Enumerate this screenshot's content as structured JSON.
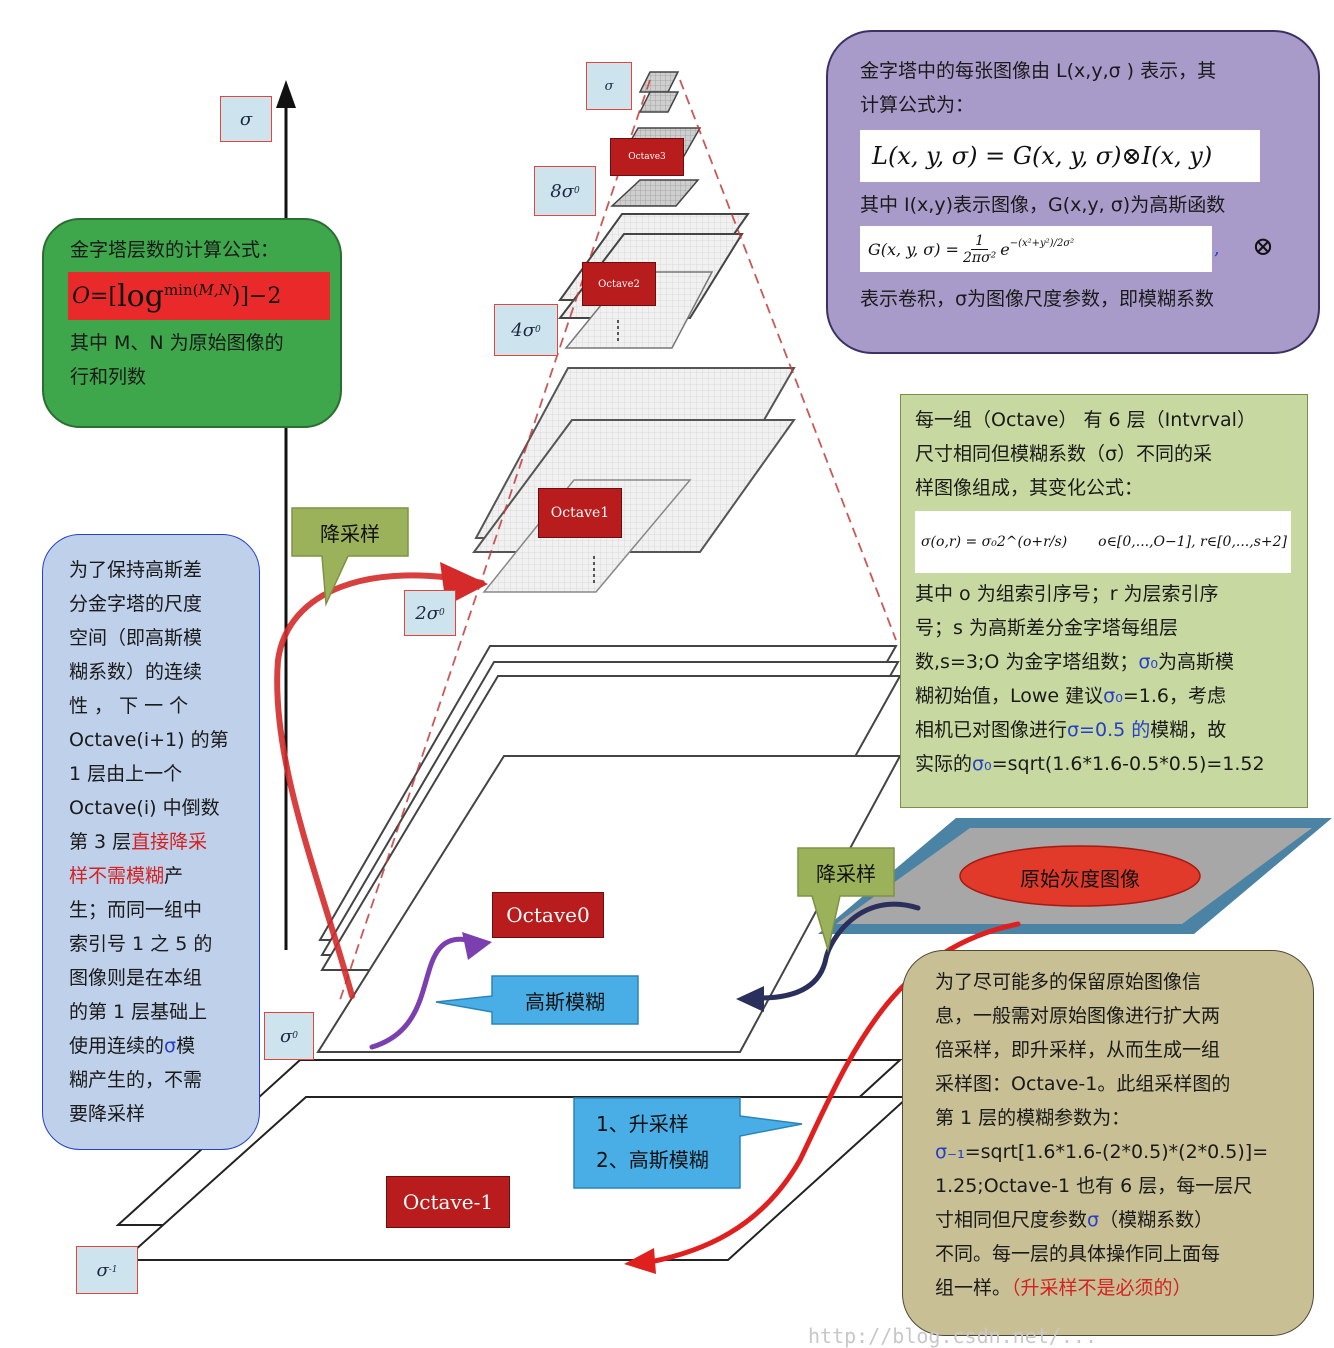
{
  "axis": {
    "label": "σ"
  },
  "sigma_labels": {
    "top": "σ",
    "s8": "8σ",
    "s4": "4σ",
    "s2": "2σ",
    "s0": "σ",
    "sm1": "σ"
  },
  "sigma_subs": {
    "s8": "0",
    "s4": "0",
    "s2": "0",
    "s0": "0",
    "sm1": "-1"
  },
  "octaves": {
    "o3": "Octave3",
    "o2": "Octave2",
    "o1": "Octave1",
    "o0": "Octave0",
    "om1": "Octave-1"
  },
  "callouts": {
    "downsample_top": "降采样",
    "downsample_right": "降采样",
    "gauss_blur": "高斯模糊",
    "upsample_l1": "1、升采样",
    "upsample_l2": "2、高斯模糊"
  },
  "orig_image": "原始灰度图像",
  "green_box": {
    "title": "金字塔层数的计算公式：",
    "formula": "O=[log min(M,N)]−2",
    "f_o": "O",
    "f_eq": "=[",
    "f_log": "log",
    "f_min": "min(",
    "f_mn": "M,N",
    "f_end": ")]−2",
    "line1": "其中 M、N 为原始图像的",
    "line2": "行和列数"
  },
  "purple_box": {
    "line1": "金字塔中的每张图像由 L(x,y,σ ) 表示，其",
    "line2": "计算公式为：",
    "formula_L": "L(x, y, σ) = G(x, y, σ)⊗I(x, y)",
    "line3": "其中 I(x,y)表示图像，G(x,y, σ)为高斯函数",
    "formula_G_lhs": "G(x, y, σ) =",
    "formula_G_num": "1",
    "formula_G_den": "2πσ²",
    "formula_G_e": "e",
    "formula_G_exp": "−(x²+y²)/2σ²",
    "comma": ",",
    "otimes": "⊗",
    "line4": "表示卷积，σ为图像尺度参数，即模糊系数"
  },
  "olive_box": {
    "l1": "每一组（Octave） 有 6 层（Intvrval）",
    "l2": "尺寸相同但模糊系数（σ）不同的采",
    "l3": "样图像组成，其变化公式：",
    "formula_left": "σ(o,r) = σ₀2^(o+r/s)",
    "formula_right": "o∈[0,...,O−1],  r∈[0,...,s+2]",
    "l4": "其中 o 为组索引序号；r 为层索引序",
    "l5": "号；s 为高斯差分金字塔每组层",
    "l6a": "数,s=3;O 为金字塔组数；",
    "l6b": "σ₀",
    "l6c": "为高斯模",
    "l7a": "糊初始值，Lowe 建议",
    "l7b": "σ₀",
    "l7c": "=1.6，考虑",
    "l8a": "相机已对图像进行",
    "l8b": "σ=0.5 的",
    "l8c": "模糊，故",
    "l9a": "实际的",
    "l9b": "σ₀",
    "l9c": "=sqrt(1.6*1.6-0.5*0.5)=1.52"
  },
  "blue_box": {
    "l1": "为了保持高斯差",
    "l2": "分金字塔的尺度",
    "l3": "空间（即高斯模",
    "l4": "糊系数）的连续",
    "l5": "性 ， 下 一 个",
    "l6": "Octave(i+1) 的第",
    "l7": "1 层由上一个",
    "l8": "Octave(i) 中倒数",
    "l9a": "第 3 层",
    "l9b": "直接降采",
    "l10a": "样不需模糊",
    "l10b": "产",
    "l11": "生；而同一组中",
    "l12": "索引号 1 之 5 的",
    "l13": "图像则是在本组",
    "l14": "的第 1 层基础上",
    "l15a": "使用连续的",
    "l15b": "σ",
    "l15c": "模",
    "l16": "糊产生的，不需",
    "l17": "要降采样"
  },
  "tan_box": {
    "l1": "为了尽可能多的保留原始图像信",
    "l2": "息，一般需对原始图像进行扩大两",
    "l3": "倍采样，即升采样，从而生成一组",
    "l4": "采样图：Octave-1。此组采样图的",
    "l5": "第 1 层的模糊参数为：",
    "l6a": "σ₋₁",
    "l6b": "=sqrt[1.6*1.6-(2*0.5)*(2*0.5)]=",
    "l7": "1.25;Octave-1 也有 6 层，每一层尺",
    "l8a": "寸相同但尺度参数",
    "l8b": "σ",
    "l8c": "（模糊系数）",
    "l9": "不同。每一层的具体操作同上面每",
    "l10a": "组一样。",
    "l10b": "（升采样不是必须的）"
  },
  "watermark": "http://blog.csdn.net/..."
}
